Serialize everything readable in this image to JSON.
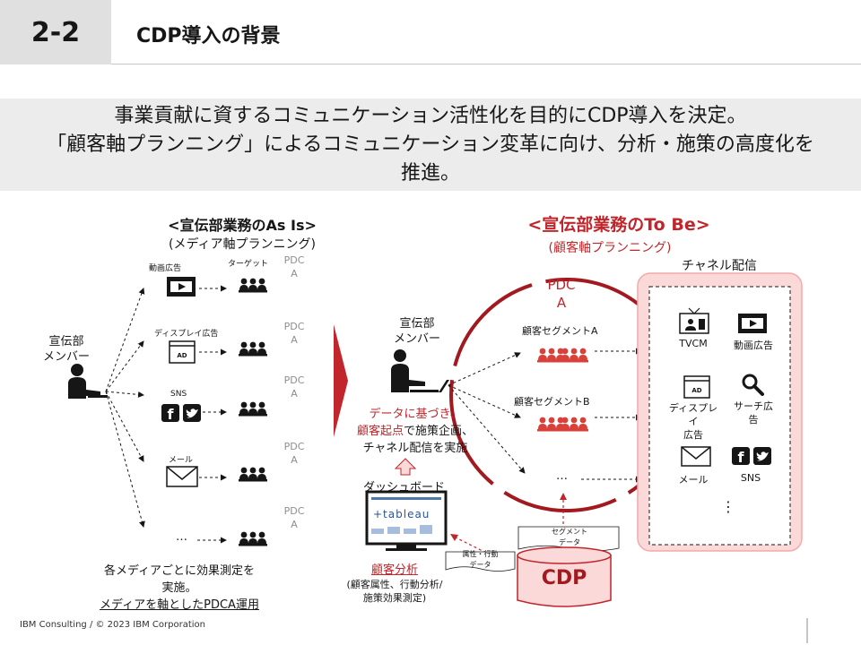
{
  "header": {
    "section_number": "2-2",
    "title": "CDP導入の背景"
  },
  "summary": {
    "line1": "事業貢献に資するコミュニケーション活性化を目的にCDP導入を決定。",
    "line2": "「顧客軸プランニング」によるコミュニケーション変革に向け、分析・施策の高度化を",
    "line3": "推進。"
  },
  "as_is": {
    "title": "<宣伝部業務のAs Is>",
    "subtitle": "(メディア軸プランニング)",
    "member_label_line1": "宣伝部",
    "member_label_line2": "メンバー",
    "target_label": "ターゲット",
    "pdca_line1": "PDC",
    "pdca_line2": "A",
    "channels": [
      "動画広告",
      "ディスプレイ広告",
      "SNS",
      "メール",
      "…"
    ],
    "note_line1": "各メディアごとに効果測定を",
    "note_line2": "実施。",
    "note_line3": "メディアを軸としたPDCA運用"
  },
  "to_be": {
    "title": "<宣伝部業務のTo Be>",
    "subtitle": "(顧客軸プランニング)",
    "pdca_line1": "PDC",
    "pdca_line2": "A",
    "member_label_line1": "宣伝部",
    "member_label_line2": "メンバー",
    "segments": [
      "顧客セグメントA",
      "顧客セグメントB",
      "…"
    ],
    "action_line1": "データに基づき、",
    "action_line2_red": "顧客起点",
    "action_line2_rest": "で施策企画、",
    "action_line3": "チャネル配信を実施",
    "dashboard_label": "ダッシュボード",
    "tableau_text": "+tableau",
    "analysis_title": "顧客分析",
    "analysis_line1": "(顧客属性、行動分析/",
    "analysis_line2": "施策効果測定)",
    "attr_data_line1": "属性・行動",
    "attr_data_line2": "データ",
    "segment_data_line1": "セグメント",
    "segment_data_line2": "データ",
    "cdp_label": "CDP",
    "channel_title": "チャネル配信",
    "channel_tvcm": "TVCM",
    "channel_video": "動画広告",
    "channel_display_line1": "ディスプレ",
    "channel_display_line2": "イ",
    "channel_display_line3": "広告",
    "channel_search_line1": "サーチ広",
    "channel_search_line2": "告",
    "channel_mail": "メール",
    "channel_sns": "SNS",
    "channel_more": "⋮"
  },
  "footer": {
    "copyright": "IBM Consulting / © 2023 IBM Corporation"
  },
  "colors": {
    "accent_red": "#c0262b",
    "dark_red": "#a2191f",
    "channel_bg": "#fbd9d9",
    "summary_bg": "#ececec"
  }
}
